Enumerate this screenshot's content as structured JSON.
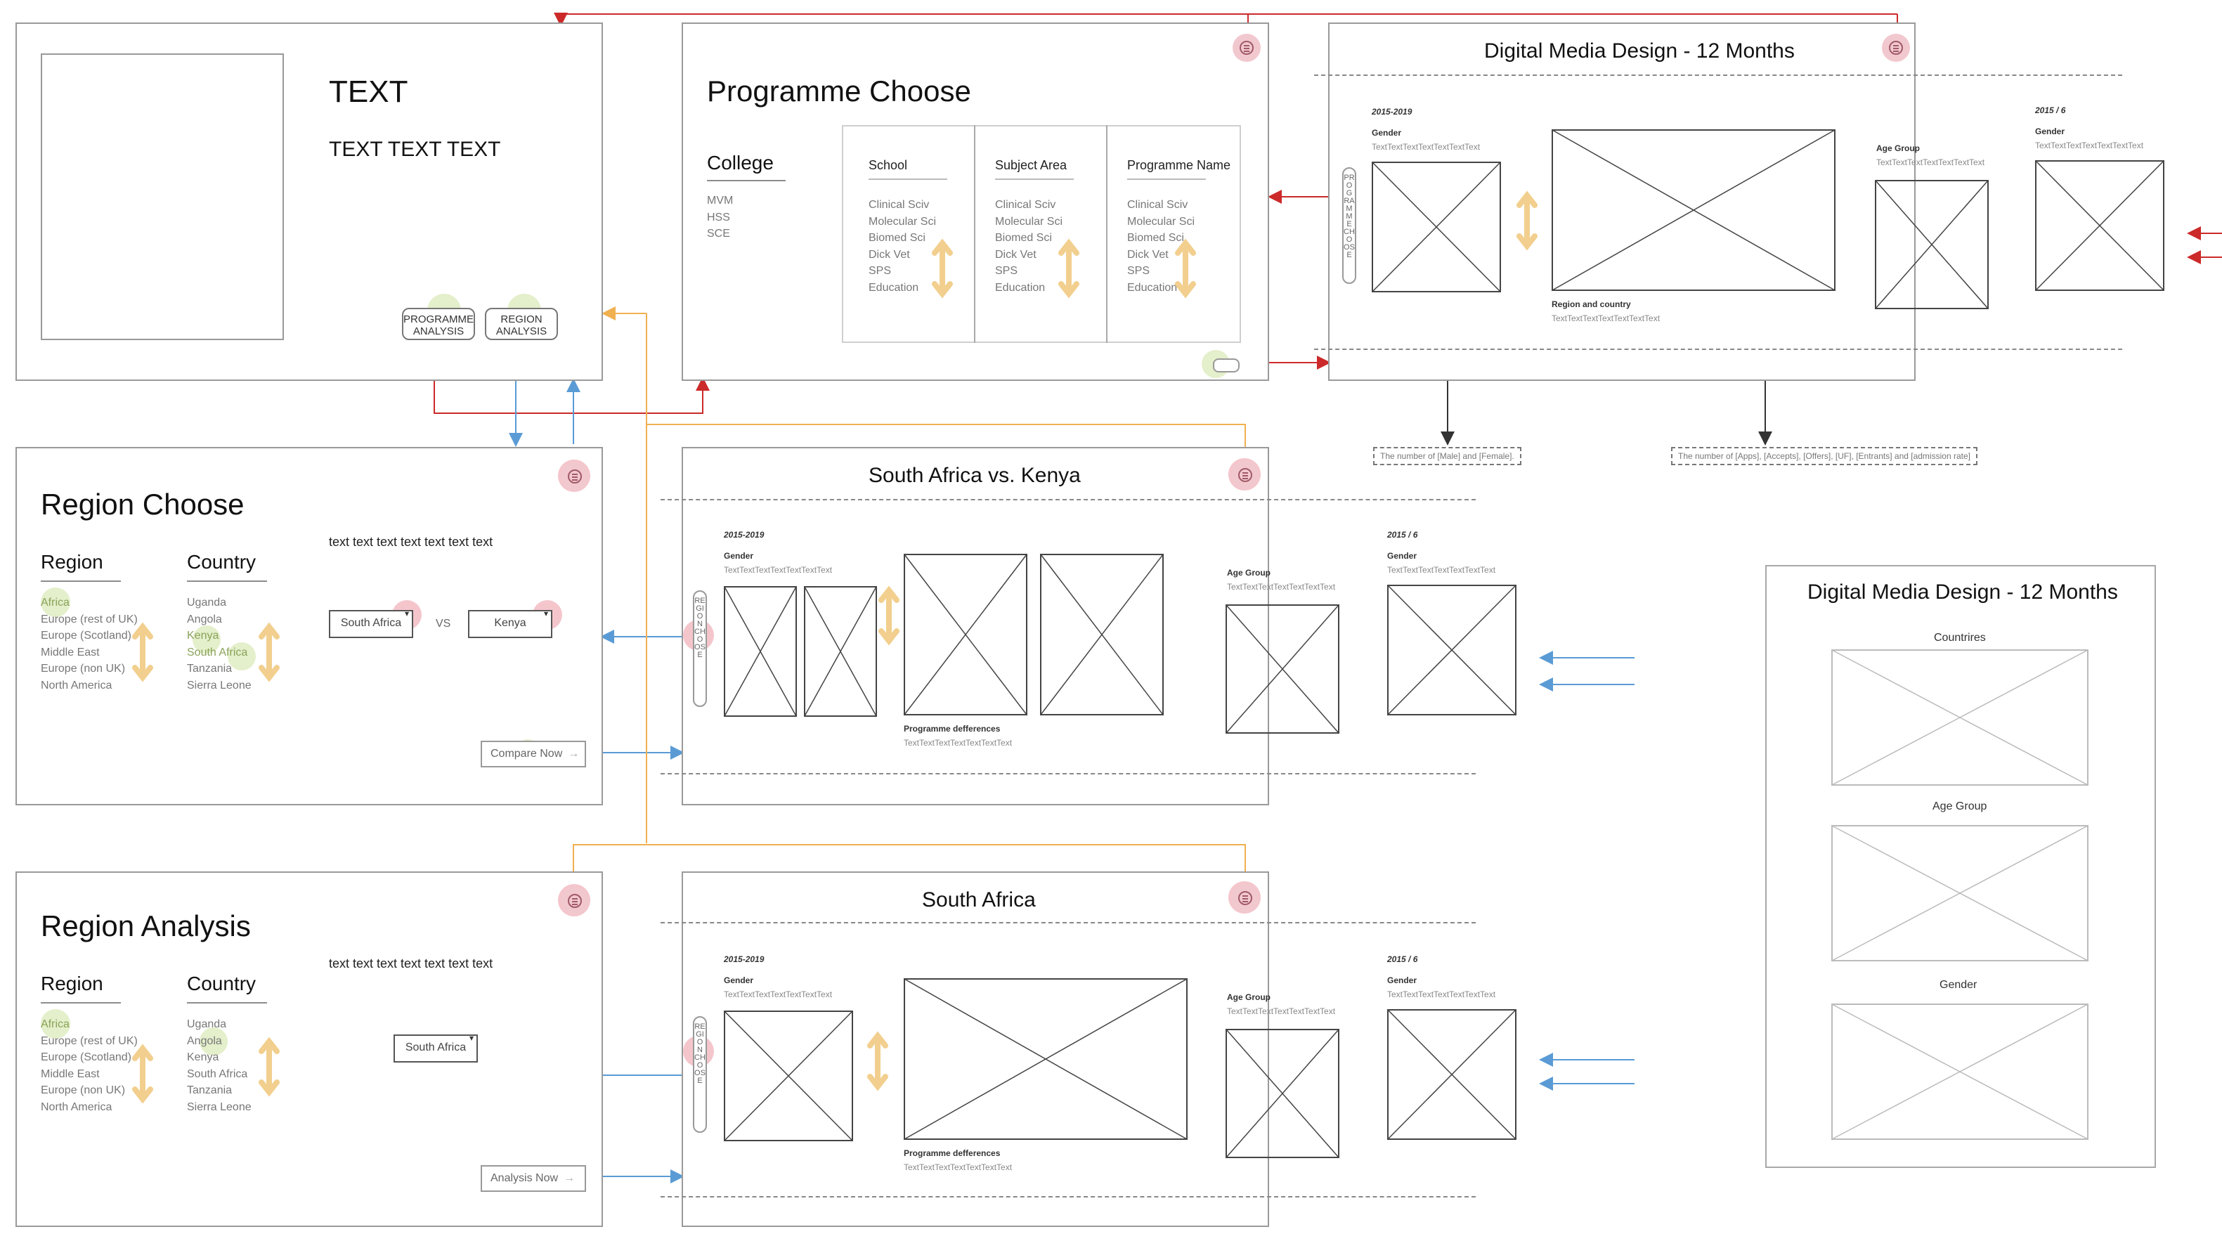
{
  "top_left": {
    "title": "TEXT",
    "subtitle": "TEXT TEXT TEXT",
    "btn_programme": "PROGRAMME ANALYSIS",
    "btn_region": "REGION ANALYSIS"
  },
  "programme_choose": {
    "title": "Programme Choose",
    "college_label": "College",
    "colleges": [
      "MVM",
      "HSS",
      "SCE"
    ],
    "school_label": "School",
    "subject_label": "Subject Area",
    "programme_label": "Programme Name",
    "list_items": [
      "Clinical Sciv",
      "Molecular Sci",
      "Biomed Sci",
      "Dick Vet",
      "SPS",
      "Education"
    ]
  },
  "dmd_top": {
    "title": "Digital Media Design - 12 Months",
    "year_range": "2015-2019",
    "gender_label": "Gender",
    "placeholder": "TextTextTextTextTextTextText",
    "vtab": "PROGRAMME CHOOSE",
    "region_country_label": "Region and country",
    "age_group_label": "Age Group",
    "year_single": "2015 / 6",
    "note_male_female": "The number of [Male] and [Female].",
    "note_apps": "The number of [Apps], [Accepts], [Offers], [UF], [Entrants] and [admission rate]"
  },
  "region_choose": {
    "title": "Region Choose",
    "region_label": "Region",
    "country_label": "Country",
    "regions": [
      "Africa",
      "Europe (rest of UK)",
      "Europe (Scotland)",
      "Middle East",
      "Europe (non UK)",
      "North America"
    ],
    "countries": [
      "Uganda",
      "Angola",
      "Kenya",
      "South Africa",
      "Tanzania",
      "Sierra Leone"
    ],
    "body_text": "text text text text text text text",
    "select_a": "South Africa",
    "vs": "VS",
    "select_b": "Kenya",
    "compare_button": "Compare Now"
  },
  "sa_vs_kenya": {
    "title": "South Africa vs. Kenya",
    "year_range": "2015-2019",
    "gender_label": "Gender",
    "placeholder": "TextTextTextTextTextTextText",
    "vtab": "REGION CHOOSE",
    "prog_diff_label": "Programme defferences",
    "age_group_label": "Age Group",
    "year_single": "2015 / 6"
  },
  "region_analysis": {
    "title": "Region Analysis",
    "region_label": "Region",
    "country_label": "Country",
    "regions": [
      "Africa",
      "Europe (rest of UK)",
      "Europe (Scotland)",
      "Middle East",
      "Europe (non UK)",
      "North America"
    ],
    "countries": [
      "Uganda",
      "Angola",
      "Kenya",
      "South Africa",
      "Tanzania",
      "Sierra Leone"
    ],
    "body_text": "text text text text text text text",
    "select_a": "South Africa",
    "analysis_button": "Analysis Now"
  },
  "south_africa": {
    "title": "South Africa",
    "year_range": "2015-2019",
    "gender_label": "Gender",
    "placeholder": "TextTextTextTextTextTextText",
    "vtab": "REGION CHOOSE",
    "prog_diff_label": "Programme defferences",
    "age_group_label": "Age Group",
    "year_single": "2015 / 6"
  },
  "dmd_right": {
    "title": "Digital Media Design - 12 Months",
    "countries_label": "Countrires",
    "age_group_label": "Age Group",
    "gender_label": "Gender"
  },
  "colors": {
    "red_flow": "#cc2a2a",
    "blue_flow": "#5a9bd5",
    "orange_flow": "#f0b050",
    "menu_pink": "#f2c8cf",
    "highlight_green": "#cde1a0"
  }
}
